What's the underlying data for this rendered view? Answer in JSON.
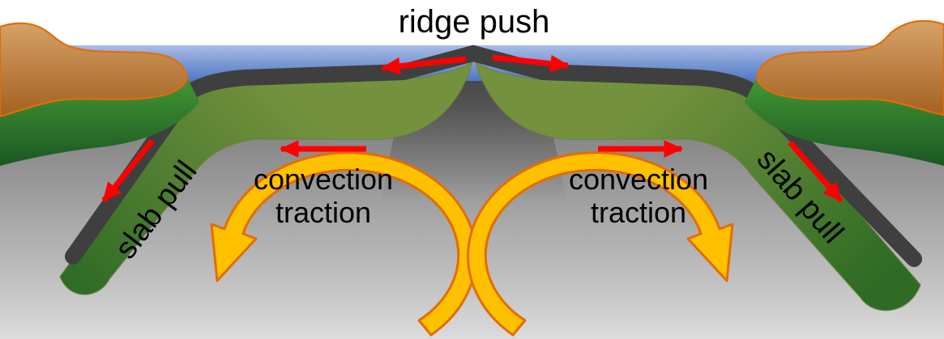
{
  "diagram": {
    "labels": {
      "ridge_push": "ridge push",
      "slab_pull_left": "slab pull",
      "slab_pull_right": "slab pull",
      "convection_left_line1": "convection",
      "convection_left_line2": "traction",
      "convection_right_line1": "convection",
      "convection_right_line2": "traction"
    },
    "arrows": [
      {
        "name": "ridge-push-left",
        "color": "#ff0000",
        "direction": "left away from ridge crest"
      },
      {
        "name": "ridge-push-right",
        "color": "#ff0000",
        "direction": "right away from ridge crest"
      },
      {
        "name": "slab-pull-left",
        "color": "#ff0000",
        "direction": "down-left along subducting slab"
      },
      {
        "name": "slab-pull-right",
        "color": "#ff0000",
        "direction": "down-right along subducting slab"
      },
      {
        "name": "convection-traction-left",
        "color": "#ff0000",
        "direction": "left under plate"
      },
      {
        "name": "convection-traction-right",
        "color": "#ff0000",
        "direction": "right under plate"
      },
      {
        "name": "convection-cell-left",
        "color": "#ffc000",
        "direction": "counterclockwise curl, head points down-left"
      },
      {
        "name": "convection-cell-right",
        "color": "#ffc000",
        "direction": "clockwise curl, head points down-right"
      }
    ],
    "colors": {
      "sky": "#ffffff",
      "ocean_top": "#a8bce6",
      "ocean_bottom": "#4f78c2",
      "crust": "#3f3f3f",
      "plate_shallow": "#74923e",
      "plate_deep": "#2e6b24",
      "mantle_top": "#6a6a6a",
      "mantle_bottom": "#dcdcdc",
      "continent_top": "#d7a368",
      "continent_bottom": "#a2601f",
      "continent_outline": "#e36c0a",
      "land_green_top": "#3f9032",
      "land_green_bottom": "#1a5722",
      "force_arrow": "#ff0000",
      "convection_fill": "#ffc000",
      "convection_outline": "#e36c0a",
      "label_text": "#000000"
    }
  }
}
